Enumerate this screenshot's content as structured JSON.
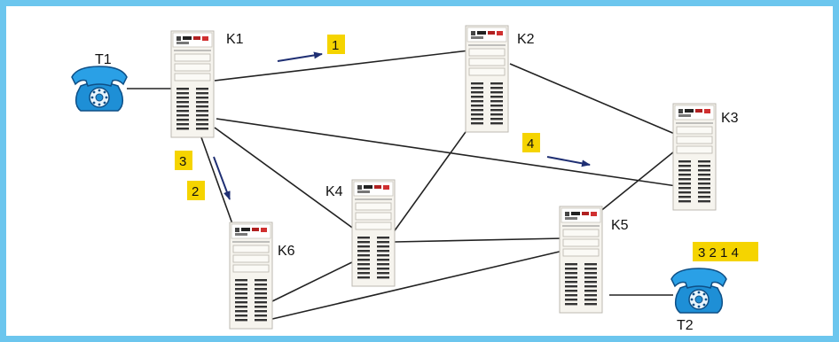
{
  "nodes": [
    {
      "id": "K1",
      "label": "K1"
    },
    {
      "id": "K2",
      "label": "K2"
    },
    {
      "id": "K3",
      "label": "K3"
    },
    {
      "id": "K4",
      "label": "K4"
    },
    {
      "id": "K5",
      "label": "K5"
    },
    {
      "id": "K6",
      "label": "K6"
    }
  ],
  "phones": [
    {
      "id": "T1",
      "label": "T1",
      "connected_to": "K1"
    },
    {
      "id": "T2",
      "label": "T2",
      "connected_to": "K5"
    }
  ],
  "links": [
    [
      "K1",
      "K2"
    ],
    [
      "K1",
      "K3"
    ],
    [
      "K1",
      "K4"
    ],
    [
      "K1",
      "K6"
    ],
    [
      "K2",
      "K3"
    ],
    [
      "K2",
      "K4"
    ],
    [
      "K3",
      "K5"
    ],
    [
      "K4",
      "K5"
    ],
    [
      "K4",
      "K6"
    ],
    [
      "K6",
      "K5"
    ]
  ],
  "route_steps": [
    {
      "label": "1",
      "link": [
        "K1",
        "K2"
      ]
    },
    {
      "label": "2",
      "link": [
        "K1",
        "K6"
      ]
    },
    {
      "label": "3",
      "link": [
        "K1",
        "K6"
      ]
    },
    {
      "label": "4",
      "link": [
        "K1",
        "K3"
      ]
    }
  ],
  "route_sequence": "3 2 1 4",
  "colors": {
    "border": "#6cc6ee",
    "badge": "#f5d400",
    "phone": "#1e8fd6",
    "arrow": "#1f2f73",
    "line": "#222222"
  }
}
